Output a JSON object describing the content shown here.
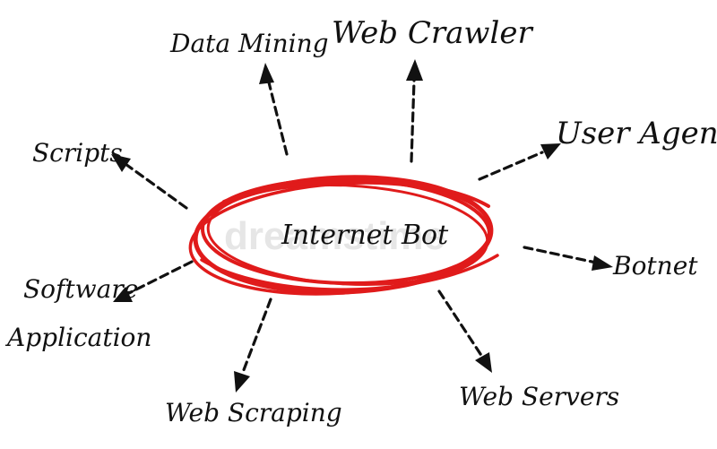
{
  "diagram": {
    "center": "Internet Bot",
    "watermark": "dreamstime",
    "accent_color": "#e01b1b",
    "nodes": [
      {
        "id": "data-mining",
        "label": "Data Mining"
      },
      {
        "id": "web-crawler",
        "label": "Web Crawler"
      },
      {
        "id": "user-agent",
        "label": "User Agent"
      },
      {
        "id": "scripts",
        "label": "Scripts"
      },
      {
        "id": "botnet",
        "label": "Botnet"
      },
      {
        "id": "software-application",
        "label_line1": "Software",
        "label_line2": "Application"
      },
      {
        "id": "web-scraping",
        "label": "Web Scraping"
      },
      {
        "id": "web-servers",
        "label": "Web Servers"
      }
    ]
  }
}
